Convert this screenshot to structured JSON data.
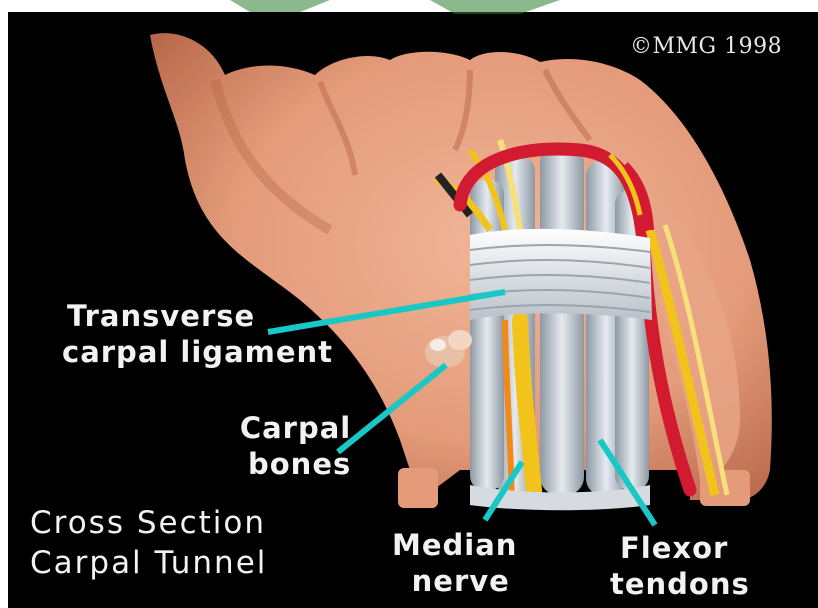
{
  "copyright": "©MMG 1998",
  "labels": {
    "transverse_carpal_ligament": [
      "Transverse",
      "carpal ligament"
    ],
    "carpal_bones": [
      "Carpal",
      "bones"
    ],
    "title": [
      "Cross Section",
      "Carpal Tunnel"
    ],
    "median_nerve": [
      "Median",
      "nerve"
    ],
    "flexor_tendons": [
      "Flexor",
      "tendons"
    ]
  },
  "colors": {
    "background": "#000000",
    "frame_green": "#2e7d32",
    "skin": "#e8a586",
    "skin_shadow": "#c97a5c",
    "ligament": "#e4e8ee",
    "tendon": "#b9c3cc",
    "nerve": "#f2c31a",
    "artery": "#d21a30",
    "pointer": "#19c7c7",
    "label_text": "#f2f2f2"
  }
}
